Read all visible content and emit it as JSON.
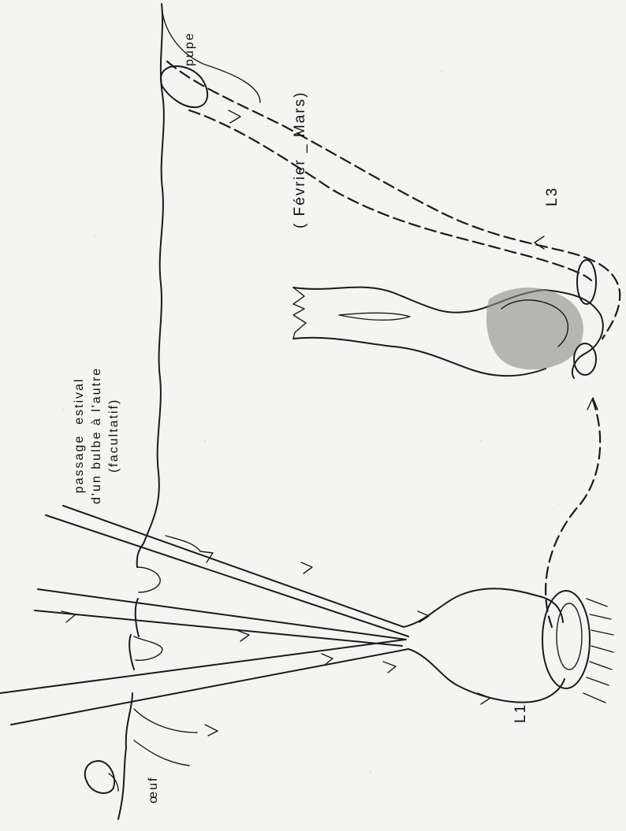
{
  "labels": {
    "period": "( Février _ Mars)",
    "summer_passage": "passage  estival\nd'un bulbe à l'autre\n(facultatif)",
    "pupa": "pupe",
    "stage_l3": "L3",
    "stage_l1": "L1",
    "egg": "œuf"
  },
  "colors": {
    "ink": "#1b1b1b",
    "paper": "#f4f4f2"
  }
}
